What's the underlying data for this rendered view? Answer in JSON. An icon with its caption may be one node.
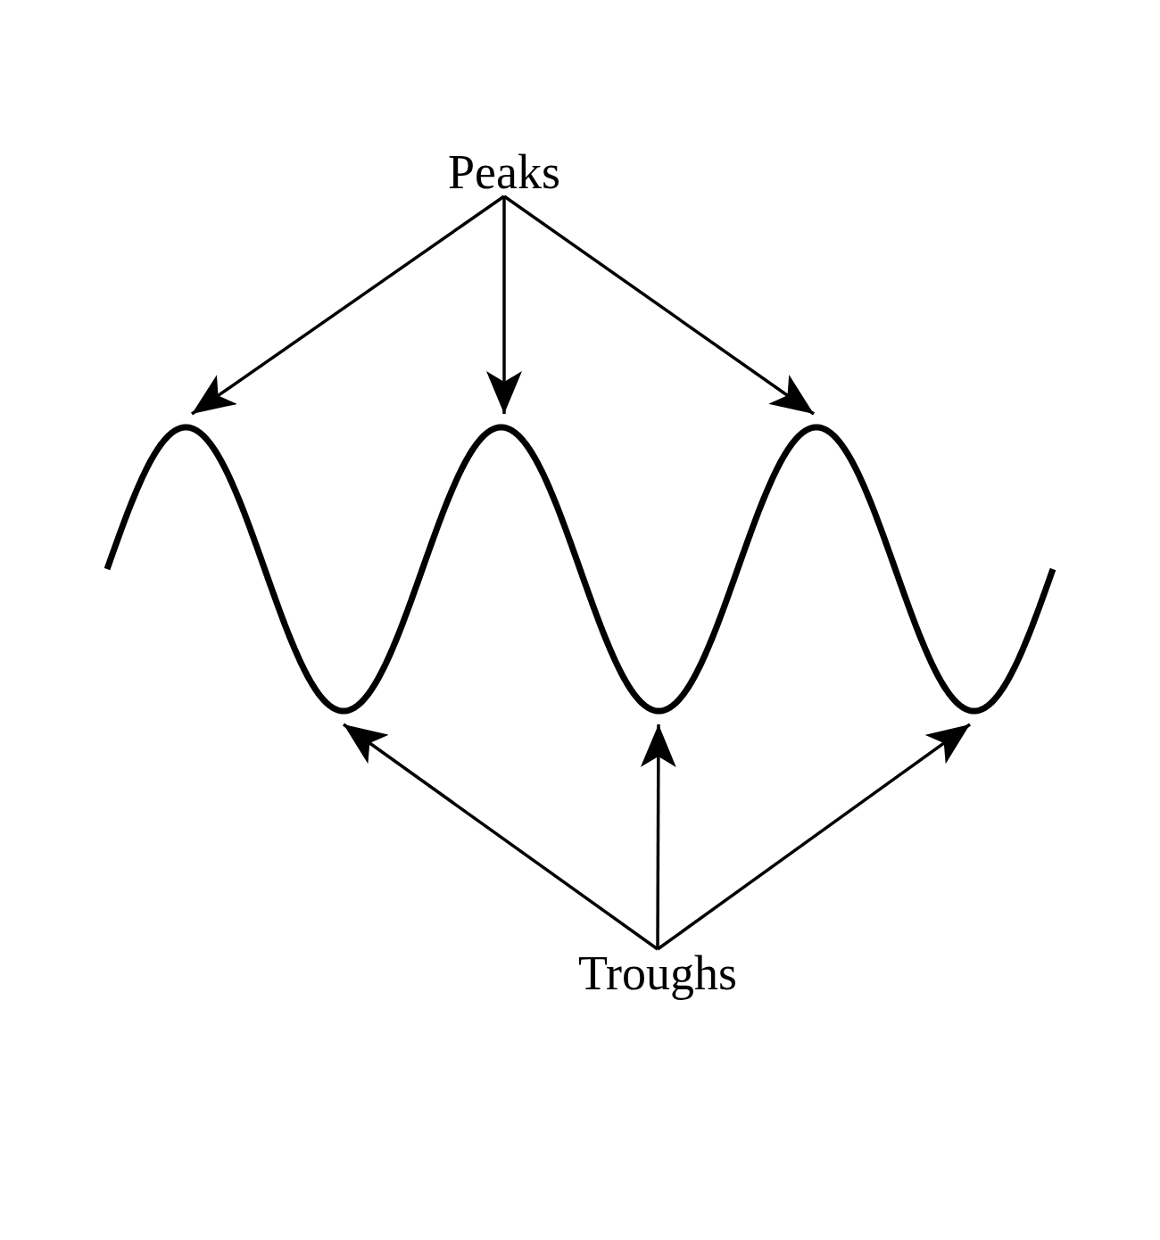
{
  "diagram": {
    "nodes": [
      {
        "text": [
          "Peaks"
        ]
      },
      {
        "text": [
          "Troughs"
        ]
      },
      {
        "text": [],
        "shape": "wave"
      }
    ],
    "edges": [
      {
        "from": 0,
        "to": 2,
        "arrow": "to"
      },
      {
        "from": 0,
        "to": 2,
        "arrow": "to"
      },
      {
        "from": 0,
        "to": 2,
        "arrow": "to"
      },
      {
        "from": 1,
        "to": 2,
        "arrow": "to"
      },
      {
        "from": 1,
        "to": 2,
        "arrow": "to"
      },
      {
        "from": 1,
        "to": 2,
        "arrow": "to"
      }
    ]
  }
}
